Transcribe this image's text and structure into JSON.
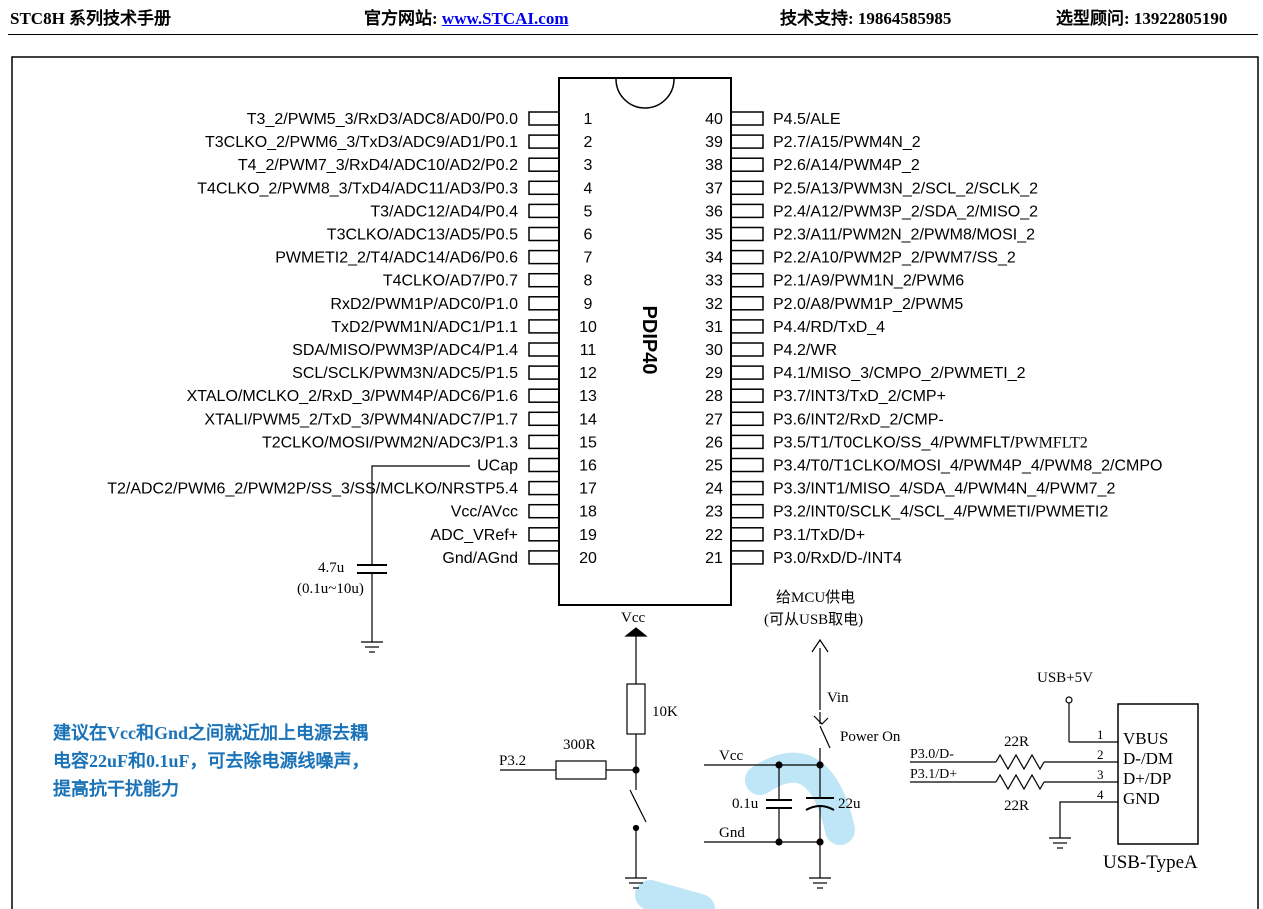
{
  "header": {
    "manual_title": "STC8H 系列技术手册",
    "website_prefix": "官方网站: ",
    "website_link": "www.STCAI.com",
    "support": "技术支持: 19864585985",
    "consultant": "选型顾问: 13922805190"
  },
  "chip": {
    "package": "PDIP40",
    "left_pins": [
      {
        "num": "1",
        "label": "T3_2/PWM5_3/RxD3/ADC8/AD0/P0.0"
      },
      {
        "num": "2",
        "label": "T3CLKO_2/PWM6_3/TxD3/ADC9/AD1/P0.1"
      },
      {
        "num": "3",
        "label": "T4_2/PWM7_3/RxD4/ADC10/AD2/P0.2"
      },
      {
        "num": "4",
        "label": "T4CLKO_2/PWM8_3/TxD4/ADC11/AD3/P0.3"
      },
      {
        "num": "5",
        "label": "T3/ADC12/AD4/P0.4"
      },
      {
        "num": "6",
        "label": "T3CLKO/ADC13/AD5/P0.5"
      },
      {
        "num": "7",
        "label": "PWMETI2_2/T4/ADC14/AD6/P0.6"
      },
      {
        "num": "8",
        "label": "T4CLKO/AD7/P0.7"
      },
      {
        "num": "9",
        "label": "RxD2/PWM1P/ADC0/P1.0"
      },
      {
        "num": "10",
        "label": "TxD2/PWM1N/ADC1/P1.1"
      },
      {
        "num": "11",
        "label": "SDA/MISO/PWM3P/ADC4/P1.4"
      },
      {
        "num": "12",
        "label": "SCL/SCLK/PWM3N/ADC5/P1.5"
      },
      {
        "num": "13",
        "label": "XTALO/MCLKO_2/RxD_3/PWM4P/ADC6/P1.6"
      },
      {
        "num": "14",
        "label": "XTALI/PWM5_2/TxD_3/PWM4N/ADC7/P1.7"
      },
      {
        "num": "15",
        "label": "T2CLKO/MOSI/PWM2N/ADC3/P1.3"
      },
      {
        "num": "16",
        "label": "UCap"
      },
      {
        "num": "17",
        "label": "T2/ADC2/PWM6_2/PWM2P/SS_3/SS/MCLKO/NRSTP5.4"
      },
      {
        "num": "18",
        "label": "Vcc/AVcc"
      },
      {
        "num": "19",
        "label": "ADC_VRef+"
      },
      {
        "num": "20",
        "label": "Gnd/AGnd"
      }
    ],
    "right_pins": [
      {
        "num": "40",
        "label": "P4.5/ALE"
      },
      {
        "num": "39",
        "label": "P2.7/A15/PWM4N_2"
      },
      {
        "num": "38",
        "label": "P2.6/A14/PWM4P_2"
      },
      {
        "num": "37",
        "label": "P2.5/A13/PWM3N_2/SCL_2/SCLK_2"
      },
      {
        "num": "36",
        "label": "P2.4/A12/PWM3P_2/SDA_2/MISO_2"
      },
      {
        "num": "35",
        "label": "P2.3/A11/PWM2N_2/PWM8/MOSI_2"
      },
      {
        "num": "34",
        "label": "P2.2/A10/PWM2P_2/PWM7/SS_2"
      },
      {
        "num": "33",
        "label": "P2.1/A9/PWM1N_2/PWM6"
      },
      {
        "num": "32",
        "label": "P2.0/A8/PWM1P_2/PWM5"
      },
      {
        "num": "31",
        "label": "P4.4/RD/TxD_4"
      },
      {
        "num": "30",
        "label": "P4.2/WR"
      },
      {
        "num": "29",
        "label": "P4.1/MISO_3/CMPO_2/PWMETI_2"
      },
      {
        "num": "28",
        "label": "P3.7/INT3/TxD_2/CMP+"
      },
      {
        "num": "27",
        "label": "P3.6/INT2/RxD_2/CMP-"
      },
      {
        "num": "26",
        "label": "P3.5/T1/T0CLKO/SS_4/PWMFLT/",
        "suffix": "PWMFLT2"
      },
      {
        "num": "25",
        "label": "P3.4/T0/T1CLKO/MOSI_4/PWM4P_4/PWM8_2/CMPO"
      },
      {
        "num": "24",
        "label": "P3.3/INT1/MISO_4/SDA_4/PWM4N_4/PWM7_2"
      },
      {
        "num": "23",
        "label": "P3.2/INT0/SCLK_4/SCL_4/PWMETI/PWMETI2"
      },
      {
        "num": "22",
        "label": "P3.1/TxD/D+"
      },
      {
        "num": "21",
        "label": "P3.0/RxD/D-/INT4"
      }
    ]
  },
  "ucap_cap": {
    "value": "4.7u",
    "range": "(0.1u~10u)"
  },
  "reset": {
    "vcc": "Vcc",
    "pullup": "10K",
    "series": "300R",
    "pin": "P3.2"
  },
  "power": {
    "supply_note_1": "给MCU供电",
    "supply_note_2": "(可从USB取电)",
    "vin": "Vin",
    "switch": "Power On",
    "vcc": "Vcc",
    "gnd": "Gnd",
    "cap_small": "0.1u",
    "cap_large": "22u"
  },
  "usb": {
    "supply": "USB+5V",
    "net_dm": "P3.0/D-",
    "net_dp": "P3.1/D+",
    "res_top": "22R",
    "res_bottom": "22R",
    "pins": [
      {
        "num": "1",
        "label": "VBUS"
      },
      {
        "num": "2",
        "label": "D-/DM"
      },
      {
        "num": "3",
        "label": "D+/DP"
      },
      {
        "num": "4",
        "label": "GND"
      }
    ],
    "connector": "USB-TypeA"
  },
  "advice": [
    "建议在Vcc和Gnd之间就近加上电源去耦",
    "电容22uF和0.1uF，可去除电源线噪声，",
    "提高抗干扰能力"
  ],
  "colors": {
    "advice_text": "#1a73b8",
    "link": "#0000ee",
    "watermark": "#bfe6f6"
  }
}
